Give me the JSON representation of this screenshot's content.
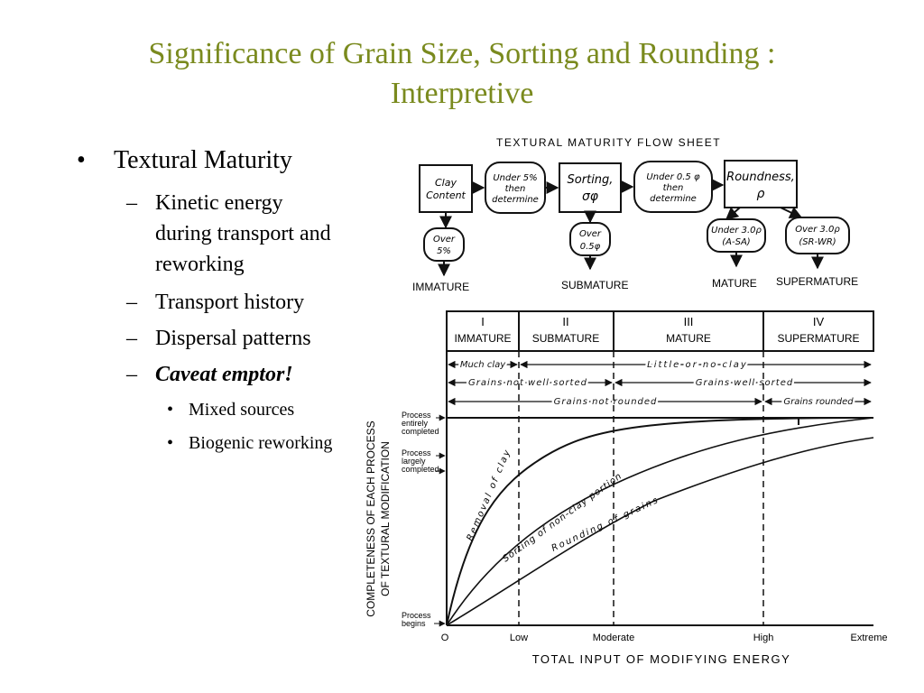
{
  "slide": {
    "title_line1": "Significance of Grain Size, Sorting and Rounding :",
    "title_line2": "Interpretive"
  },
  "bullets": {
    "main": {
      "bullet": "•",
      "label": "Textural Maturity"
    },
    "sub": [
      {
        "dash": "–",
        "lines": [
          "Kinetic energy",
          "during transport and",
          "reworking"
        ]
      },
      {
        "dash": "–",
        "lines": [
          "Transport history"
        ]
      },
      {
        "dash": "–",
        "lines": [
          "Dispersal patterns"
        ]
      },
      {
        "dash": "–",
        "lines": [
          "Caveat emptor!"
        ]
      }
    ],
    "subsub": [
      {
        "bullet": "•",
        "label": "Mixed sources"
      },
      {
        "bullet": "•",
        "label": "Biogenic reworking"
      }
    ]
  },
  "figure": {
    "flow_title": "TEXTURAL MATURITY FLOW SHEET",
    "boxes": {
      "clay": [
        "Clay",
        "Content"
      ],
      "under5": [
        "Under 5%",
        "then",
        "determine"
      ],
      "sorting": [
        "Sorting,",
        "σφ"
      ],
      "under05": [
        "Under 0.5 φ",
        "then",
        "determine"
      ],
      "roundness": [
        "Roundness,",
        "ρ"
      ],
      "over5": [
        "Over",
        "5%"
      ],
      "over05": [
        "Over",
        "0.5φ"
      ],
      "under3": [
        "Under 3.0ρ",
        "(A-SA)"
      ],
      "over3": [
        "Over 3.0ρ",
        "(SR-WR)"
      ]
    },
    "outcomes": [
      "IMMATURE",
      "SUBMATURE",
      "MATURE",
      "SUPERMATURE"
    ],
    "stage_numerals": [
      "I",
      "II",
      "III",
      "IV"
    ],
    "stages": [
      "IMMATURE",
      "SUBMATURE",
      "MATURE",
      "SUPERMATURE"
    ],
    "ranges": {
      "much_clay": "Much clay",
      "little_clay": "Little or no clay",
      "not_well_sorted": "Grains not well sorted",
      "well_sorted": "Grains well sorted",
      "not_rounded": "Grains not rounded",
      "rounded": "Grains rounded"
    },
    "y_levels": {
      "top": [
        "Process",
        "entirely",
        "completed"
      ],
      "mid": [
        "Process",
        "largely",
        "completed"
      ],
      "bottom": [
        "Process",
        "begins"
      ]
    },
    "ylabel_line1": "COMPLETENESS OF EACH PROCESS",
    "ylabel_line2": "OF TEXTURAL MODIFICATION",
    "xlabel": "TOTAL INPUT OF MODIFYING ENERGY",
    "x_ticks": [
      "O",
      "Low",
      "Moderate",
      "High",
      "Extreme"
    ],
    "curves": {
      "clay": "Removal of clay",
      "sorting": "Sorting of non-clay portion",
      "rounding": "Rounding of grains"
    }
  }
}
